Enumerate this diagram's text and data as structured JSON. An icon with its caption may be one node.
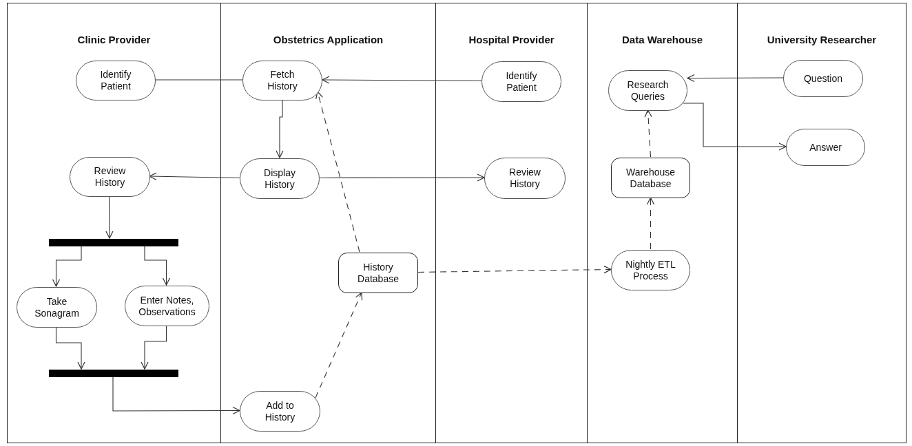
{
  "diagram": {
    "nodes": [
      {
        "text": [
          "Clinic Provider"
        ]
      },
      {
        "text": [
          "Obstetrics Application"
        ]
      },
      {
        "text": [
          "Hospital Provider"
        ]
      },
      {
        "text": [
          "Data Warehouse"
        ]
      },
      {
        "text": [
          "University Researcher"
        ]
      },
      {
        "text": [
          "Identify Patient"
        ],
        "in": 0
      },
      {
        "text": [
          "Review History"
        ],
        "in": 0
      },
      {
        "text": [],
        "shape": "bar",
        "in": 0
      },
      {
        "text": [
          "Take Sonagram"
        ],
        "in": 0
      },
      {
        "text": [
          "Enter Notes, Observations"
        ],
        "in": 0
      },
      {
        "text": [],
        "shape": "bar",
        "in": 0
      },
      {
        "text": [
          "Fetch History"
        ],
        "in": 1
      },
      {
        "text": [
          "Display History"
        ],
        "in": 1
      },
      {
        "text": [
          "History Database"
        ],
        "in": 1
      },
      {
        "text": [
          "Add to History"
        ],
        "in": 1
      },
      {
        "text": [
          "Identify Patient"
        ],
        "in": 2
      },
      {
        "text": [
          "Review History"
        ],
        "in": 2
      },
      {
        "text": [
          "Research Queries"
        ],
        "in": 3
      },
      {
        "text": [
          "Warehouse Database"
        ],
        "in": 3
      },
      {
        "text": [
          "Nightly ETL Process"
        ],
        "in": 3
      },
      {
        "text": [
          "Question"
        ],
        "in": 4
      },
      {
        "text": [
          "Answer"
        ],
        "in": 4
      }
    ],
    "edges": [
      {
        "from": 5,
        "to": 11,
        "arrow": "none"
      },
      {
        "from": 15,
        "to": 11,
        "arrow": "to"
      },
      {
        "from": 11,
        "to": 12,
        "arrow": "to"
      },
      {
        "from": 12,
        "to": 6,
        "arrow": "to"
      },
      {
        "from": 12,
        "to": 16,
        "arrow": "to"
      },
      {
        "from": 6,
        "to": 7,
        "arrow": "to"
      },
      {
        "from": 7,
        "to": 8,
        "arrow": "to"
      },
      {
        "from": 7,
        "to": 9,
        "arrow": "to"
      },
      {
        "from": 8,
        "to": 10,
        "arrow": "to"
      },
      {
        "from": 9,
        "to": 10,
        "arrow": "to"
      },
      {
        "from": 10,
        "to": 14,
        "arrow": "to"
      },
      {
        "from": 14,
        "to": 13,
        "arrow": "to",
        "style": "dashed"
      },
      {
        "from": 13,
        "to": 11,
        "arrow": "to",
        "style": "dashed"
      },
      {
        "from": 13,
        "to": 19,
        "arrow": "to",
        "style": "dashed"
      },
      {
        "from": 19,
        "to": 18,
        "arrow": "to",
        "style": "dashed"
      },
      {
        "from": 18,
        "to": 17,
        "arrow": "to",
        "style": "dashed"
      },
      {
        "from": 20,
        "to": 17,
        "arrow": "to"
      },
      {
        "from": 17,
        "to": 21,
        "arrow": "to"
      }
    ]
  }
}
